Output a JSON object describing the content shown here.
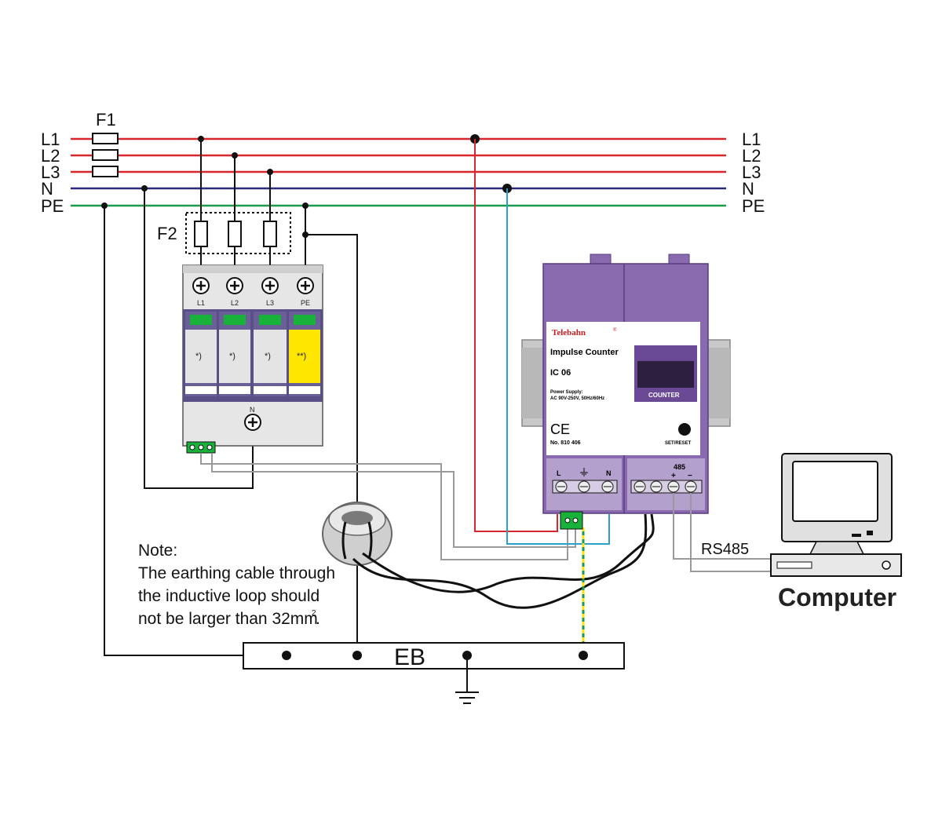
{
  "lines": {
    "left": [
      "L1",
      "L2",
      "L3",
      "N",
      "PE"
    ],
    "right": [
      "L1",
      "L2",
      "L3",
      "N",
      "PE"
    ]
  },
  "fuses": {
    "f1": "F1",
    "f2": "F2"
  },
  "spd": {
    "terminals": [
      "L1",
      "L2",
      "L3",
      "PE"
    ],
    "modules": [
      "*)",
      "*)",
      "*)",
      "**)"
    ],
    "n_label": "N"
  },
  "device": {
    "brand": "Telebahn",
    "brand_mark": "®",
    "title": "Impulse Counter",
    "model": "IC 06",
    "power_label": "Power Supply:",
    "power_value": "AC 90V-250V, 50Hz/60Hz",
    "ce": "CE",
    "number": "No. 810 406",
    "display_label": "COUNTER",
    "button_label": "SET/RESET",
    "term_l": "L",
    "term_n": "N",
    "bus_label": "485",
    "plus": "+",
    "minus": "−"
  },
  "note": {
    "line1": "Note:",
    "line2": "The earthing cable through",
    "line3": "the inductive loop should",
    "line4": "not be larger than 32mm",
    "sup": "2",
    "end": "."
  },
  "eb": "EB",
  "rs485": "RS485",
  "computer": "Computer",
  "colors": {
    "phase": "#d9262c",
    "neutral": "#2a2a7a",
    "pe": "#1a9a4a",
    "cyan": "#2aa0c8",
    "purple": "#8a6aae",
    "purple_dark": "#5a3a82",
    "gray_wire": "#9a9a9a",
    "yellow": "#ffe600"
  }
}
